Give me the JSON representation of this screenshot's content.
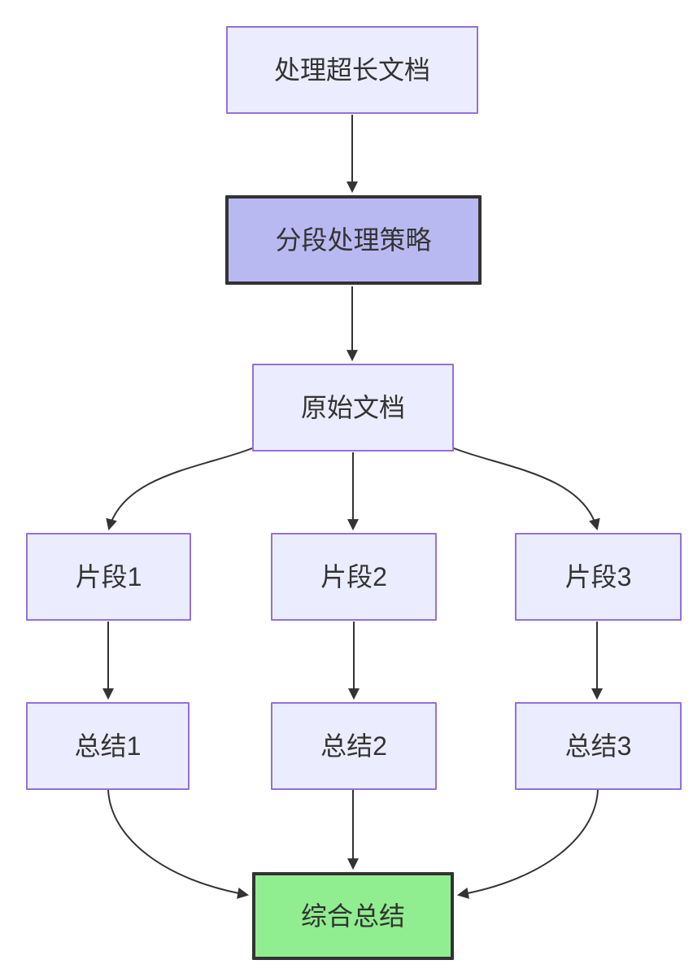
{
  "diagram": {
    "type": "flowchart",
    "direction": "top-down",
    "nodes": {
      "task": {
        "label": "处理超长文档",
        "role": "default"
      },
      "strategy": {
        "label": "分段处理策略",
        "role": "highlight"
      },
      "original": {
        "label": "原始文档",
        "role": "default"
      },
      "seg1": {
        "label": "片段1",
        "role": "default"
      },
      "seg2": {
        "label": "片段2",
        "role": "default"
      },
      "seg3": {
        "label": "片段3",
        "role": "default"
      },
      "sum1": {
        "label": "总结1",
        "role": "default"
      },
      "sum2": {
        "label": "总结2",
        "role": "default"
      },
      "sum3": {
        "label": "总结3",
        "role": "default"
      },
      "final": {
        "label": "综合总结",
        "role": "success"
      }
    },
    "edges": [
      {
        "from": "task",
        "to": "strategy"
      },
      {
        "from": "strategy",
        "to": "original"
      },
      {
        "from": "original",
        "to": "seg1"
      },
      {
        "from": "original",
        "to": "seg2"
      },
      {
        "from": "original",
        "to": "seg3"
      },
      {
        "from": "seg1",
        "to": "sum1"
      },
      {
        "from": "seg2",
        "to": "sum2"
      },
      {
        "from": "seg3",
        "to": "sum3"
      },
      {
        "from": "sum1",
        "to": "final"
      },
      {
        "from": "sum2",
        "to": "final"
      },
      {
        "from": "sum3",
        "to": "final"
      }
    ],
    "colors": {
      "node_fill": "#ECECFF",
      "node_border": "#9370DB",
      "highlight_fill": "#B9B9F2",
      "highlight_border": "#333333",
      "success_fill": "#90EE90",
      "success_border": "#333333",
      "edge_stroke": "#333333",
      "text": "#333333",
      "background": "#FFFFFF"
    }
  }
}
